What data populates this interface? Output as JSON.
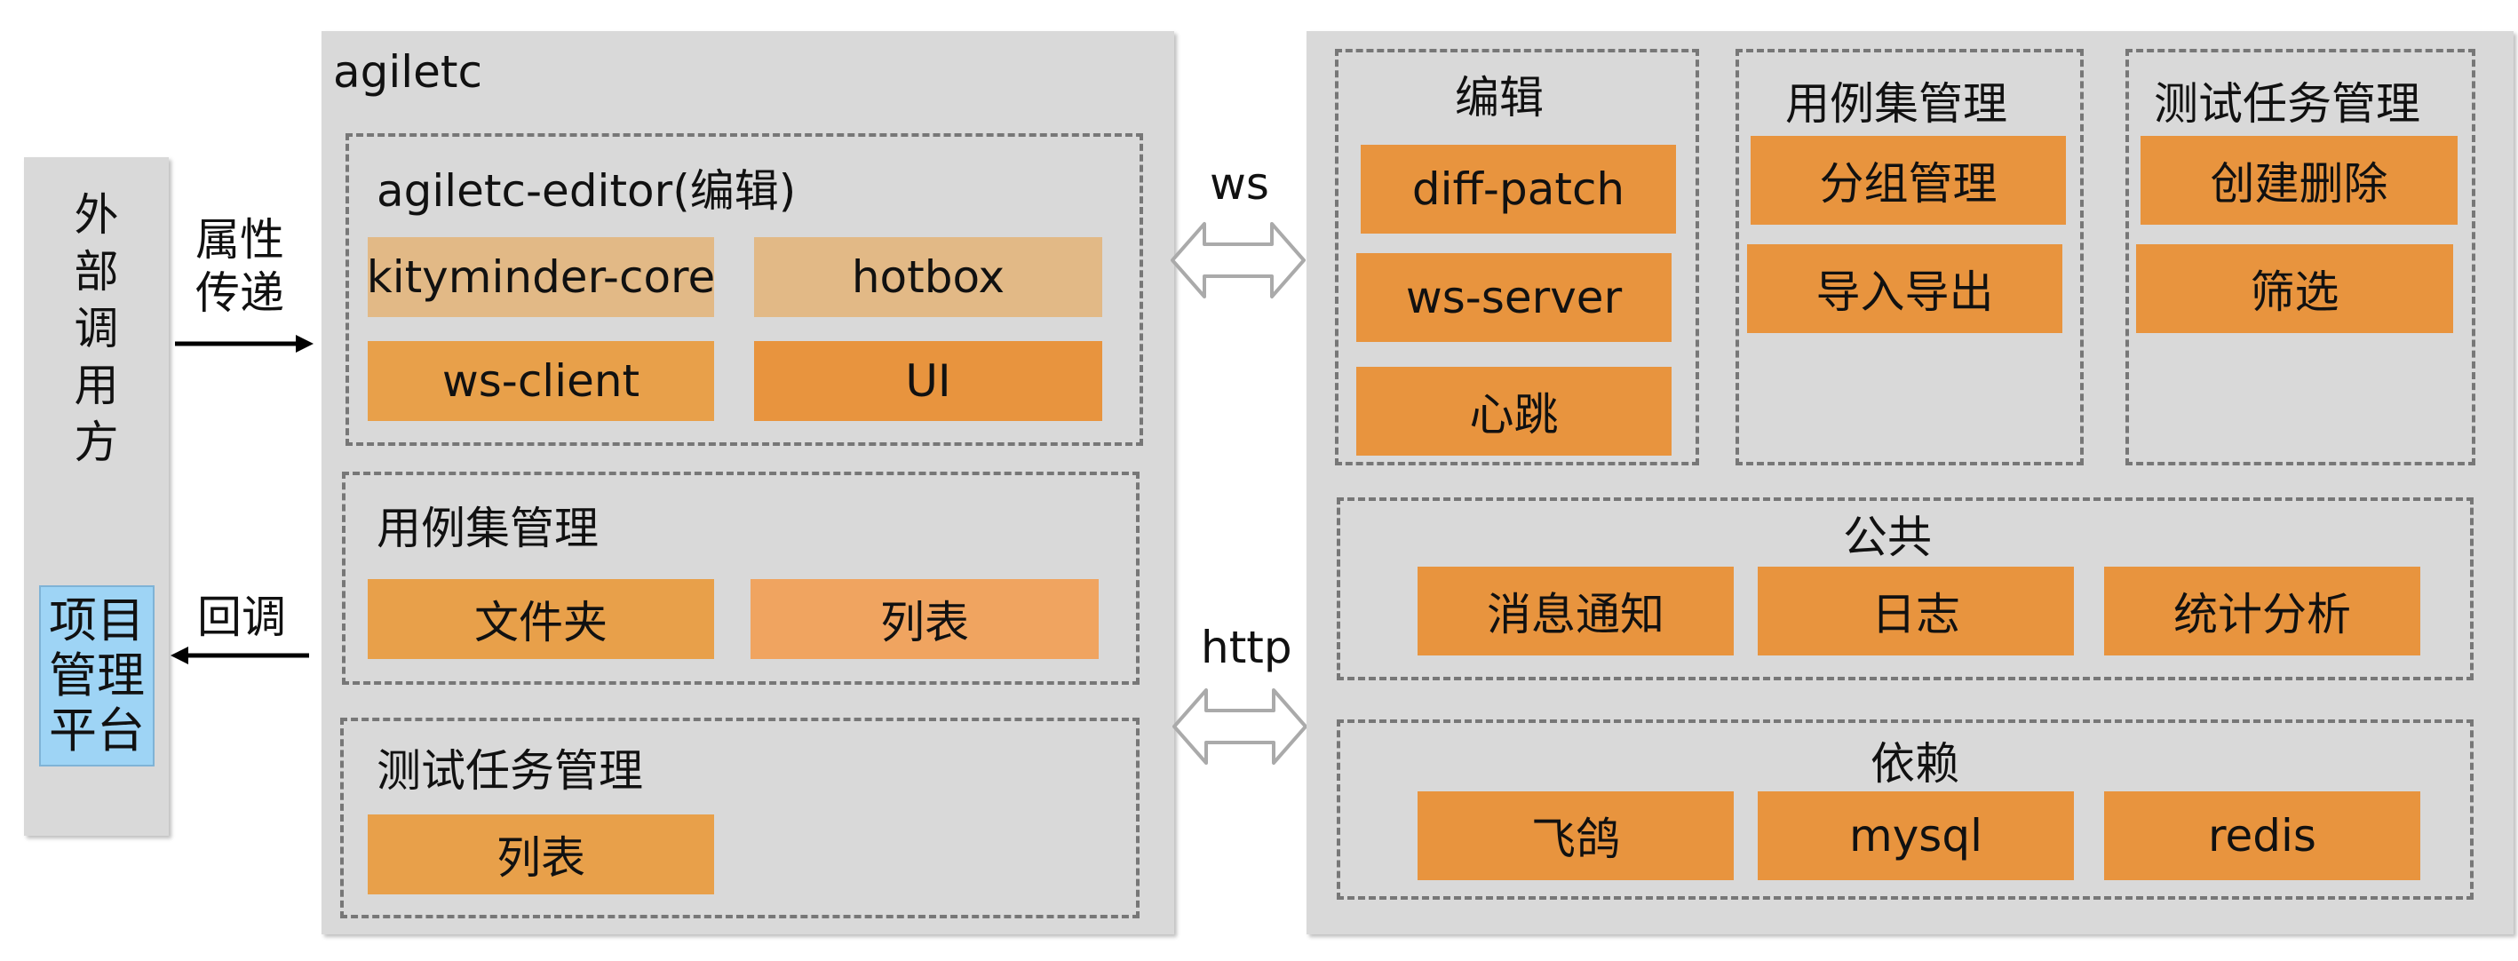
{
  "external_caller": {
    "chars": [
      "外",
      "部",
      "调",
      "用",
      "方"
    ]
  },
  "project_platform": {
    "lines": [
      "项目",
      "管理",
      "平台"
    ]
  },
  "arrows": {
    "props": [
      "属性",
      "传递"
    ],
    "callback": "回调",
    "ws": "ws",
    "http": "http"
  },
  "agiletc": {
    "title": "agiletc",
    "editor": {
      "title": "agiletc-editor(编辑)",
      "modules": [
        "kityminder-core",
        "hotbox",
        "ws-client",
        "UI"
      ]
    },
    "caseset": {
      "title": "用例集管理",
      "modules": [
        "文件夹",
        "列表"
      ]
    },
    "task": {
      "title": "测试任务管理",
      "modules": [
        "列表"
      ]
    }
  },
  "server": {
    "edit": {
      "title": "编辑",
      "modules": [
        "diff-patch",
        "ws-server",
        "心跳"
      ]
    },
    "caseset": {
      "title": "用例集管理",
      "modules": [
        "分组管理",
        "导入导出"
      ]
    },
    "task": {
      "title": "测试任务管理",
      "modules": [
        "创建删除",
        "筛选"
      ]
    },
    "common": {
      "title": "公共",
      "modules": [
        "消息通知",
        "日志",
        "统计分析"
      ]
    },
    "deps": {
      "title": "依赖",
      "modules": [
        "飞鸽",
        "mysql",
        "redis"
      ]
    }
  },
  "colors": {
    "panel": "#d9d9d9",
    "module_orange": "#e8943e",
    "module_orange_mid": "#e8a04a",
    "module_tan": "#e2b986",
    "module_orange_light": "#f0a460",
    "platform_blue": "#9ed4f5",
    "dash_border": "#777777"
  }
}
